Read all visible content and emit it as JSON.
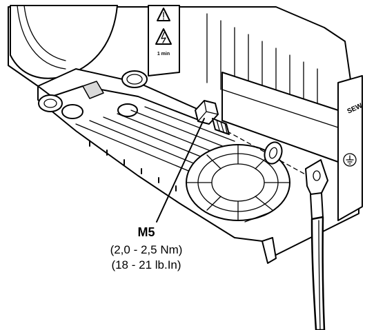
{
  "diagram": {
    "screw_label": "M5",
    "torque_nm": "(2,0 - 2,5 Nm)",
    "torque_lbin": "(18 - 21 lb.In)",
    "brand_mark": "SEW",
    "warning_time_label": "1 min",
    "icons": [
      "warning-triangle-icon",
      "electric-hazard-icon",
      "ground-symbol-icon"
    ],
    "colors": {
      "line": "#000000",
      "background": "#ffffff",
      "fill_light": "#d9d9d9"
    }
  }
}
